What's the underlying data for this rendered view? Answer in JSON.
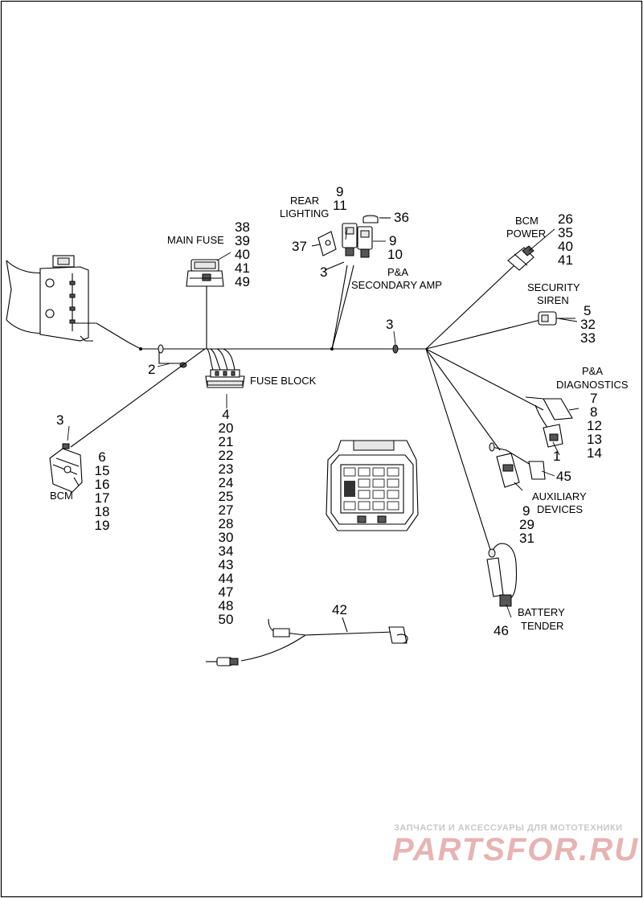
{
  "labels": {
    "main_fuse": "MAIN FUSE",
    "fuse_block": "FUSE BLOCK",
    "bcm": "BCM",
    "rear_lighting_1": "REAR",
    "rear_lighting_2": "LIGHTING",
    "pa_secondary_amp_1": "P&A",
    "pa_secondary_amp_2": "SECONDARY AMP",
    "bcm_power_1": "BCM",
    "bcm_power_2": "POWER",
    "security_siren_1": "SECURITY",
    "security_siren_2": "SIREN",
    "pa_diagnostics_1": "P&A",
    "pa_diagnostics_2": "DIAGNOSTICS",
    "auxiliary_devices_1": "AUXILIARY",
    "auxiliary_devices_2": "DEVICES",
    "battery_tender_1": "BATTERY",
    "battery_tender_2": "TENDER"
  },
  "callouts": {
    "main_fuse": [
      "38",
      "39",
      "40",
      "41",
      "49"
    ],
    "fuse_block": [
      "4",
      "20",
      "21",
      "22",
      "23",
      "24",
      "25",
      "27",
      "28",
      "30",
      "34",
      "43",
      "44",
      "47",
      "48",
      "50"
    ],
    "bcm_parts": [
      "6",
      "15",
      "16",
      "17",
      "18",
      "19"
    ],
    "bcm_power": [
      "26",
      "35",
      "40",
      "41"
    ],
    "security_siren": [
      "5",
      "32",
      "33"
    ],
    "pa_diagnostics": [
      "7",
      "8",
      "12",
      "13",
      "14"
    ],
    "auxiliary_devices": [
      "9",
      "29",
      "31"
    ],
    "rear_lighting_top": [
      "9",
      "11"
    ],
    "secondary_amp": [
      "9",
      "10"
    ],
    "single": {
      "c36": "36",
      "c37": "37",
      "c3_amp": "3",
      "c3_trunk": "3",
      "c3_bcm": "3",
      "c2": "2",
      "c1": "1",
      "c45": "45",
      "c46": "46",
      "c42": "42"
    }
  },
  "watermark": {
    "top": "ЗАПЧАСТИ И АКСЕССУАРЫ ДЛЯ МОТОТЕХНИКИ",
    "brand": "PARTSFOR.RU"
  }
}
